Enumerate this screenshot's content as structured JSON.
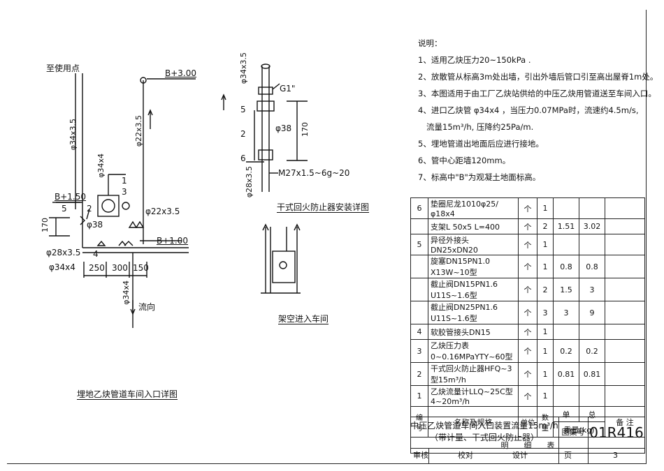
{
  "main_drawing": {
    "to_user": "至使用点",
    "elev_top": "B+3.00",
    "elev_mid": "B+1.50",
    "elev_low": "B+1.00",
    "pipe_34": "φ34x3.5",
    "pipe_22a": "φ22x3.5",
    "pipe_34x4": "φ34x4",
    "pipe_22b": "φ22x3.5",
    "pipe_38": "φ38",
    "pipe_28": "φ28x3.5",
    "pipe_34x4b": "φ34x4",
    "pipe_34x4c": "φ34x4",
    "dim_170": "170",
    "dim_250": "250",
    "dim_300": "300",
    "dim_150": "150",
    "flow": "流向",
    "tag_1": "1",
    "tag_2": "2",
    "tag_3": "3",
    "tag_4": "4",
    "tag_5": "5",
    "title": "埋地乙炔管道车间入口详图"
  },
  "detail_drawing": {
    "pipe_34": "φ34x3.5",
    "g1": "G1\"",
    "tag_5": "5",
    "tag_2": "2",
    "tag_6": "6",
    "pipe_38": "φ38",
    "dim_170": "170",
    "pipe_28": "φ28x3.5",
    "thread": "M27x1.5~6g~20",
    "title": "干式回火防止器安装详图"
  },
  "overhead_drawing": {
    "title": "架空进入车间"
  },
  "notes": {
    "heading": "说明：",
    "items": [
      "1、适用乙炔压力20~150kPa .",
      "2、放散管从标高3m处出墙，引出外墙后管口引至高出屋脊1m处。",
      "3、本图适用于由工厂乙炔站供给的中压乙炔用管道送至车间入口。",
      "4、进口乙炔管 φ34x4 ，当压力0.07MPa时，流速约4.5m/s,",
      "流量15m³/h, 压降约25Pa/m.",
      "5、埋地管道出地面后应进行接地。",
      "6、管中心距墙120mm。",
      "7、标高中\"B\"为观凝土地面标高。"
    ]
  },
  "bom": {
    "rows": [
      {
        "no": "6",
        "name": "垫圈尼龙1010φ25/φ18x4",
        "unit": "个",
        "qty": "1",
        "w1": "",
        "w2": "",
        "rm": ""
      },
      {
        "no": "",
        "name": "支架L 50x5 L=400",
        "unit": "个",
        "qty": "2",
        "w1": "1.51",
        "w2": "3.02",
        "rm": ""
      },
      {
        "no": "5",
        "name": "异径外接头DN25xDN20",
        "unit": "个",
        "qty": "1",
        "w1": "",
        "w2": "",
        "rm": ""
      },
      {
        "no": "",
        "name": "旋塞DN15PN1.0 X13W~10型",
        "unit": "个",
        "qty": "1",
        "w1": "0.8",
        "w2": "0.8",
        "rm": ""
      },
      {
        "no": "",
        "name": "截止阀DN15PN1.6 U11S~1.6型",
        "unit": "个",
        "qty": "2",
        "w1": "1.5",
        "w2": "3",
        "rm": ""
      },
      {
        "no": "",
        "name": "截止阀DN25PN1.6 U11S~1.6型",
        "unit": "个",
        "qty": "3",
        "w1": "3",
        "w2": "9",
        "rm": ""
      },
      {
        "no": "4",
        "name": "软胶管接头DN15",
        "unit": "个",
        "qty": "1",
        "w1": "",
        "w2": "",
        "rm": ""
      },
      {
        "no": "3",
        "name": "乙炔压力表0~0.16MPaYTY~60型",
        "unit": "个",
        "qty": "1",
        "w1": "0.2",
        "w2": "0.2",
        "rm": ""
      },
      {
        "no": "2",
        "name": "干式回火防止器HFQ~3型15m³/h",
        "unit": "个",
        "qty": "1",
        "w1": "0.81",
        "w2": "0.81",
        "rm": ""
      },
      {
        "no": "1",
        "name": "乙炔流量计LLQ~25C型4~20m³/h",
        "unit": "个",
        "qty": "1",
        "w1": "",
        "w2": "",
        "rm": ""
      }
    ],
    "head_no": "编号",
    "head_name": "名称及规格",
    "head_unit": "单位",
    "head_qty": "数量",
    "head_single": "单",
    "head_total": "总",
    "head_weight": "重量(kg)",
    "head_remark": "备 注",
    "caption": "明　　细　　表"
  },
  "title_block": {
    "title_line1": "中压乙炔管道车间入口装置流量15m³/h",
    "title_line2": "（带计量、干式回火防止器）",
    "atlas_label": "图集号",
    "atlas_no": "01R416",
    "review_label": "审核",
    "check_label": "校对",
    "design_label": "设计",
    "page_label": "页",
    "page_no": "3"
  }
}
